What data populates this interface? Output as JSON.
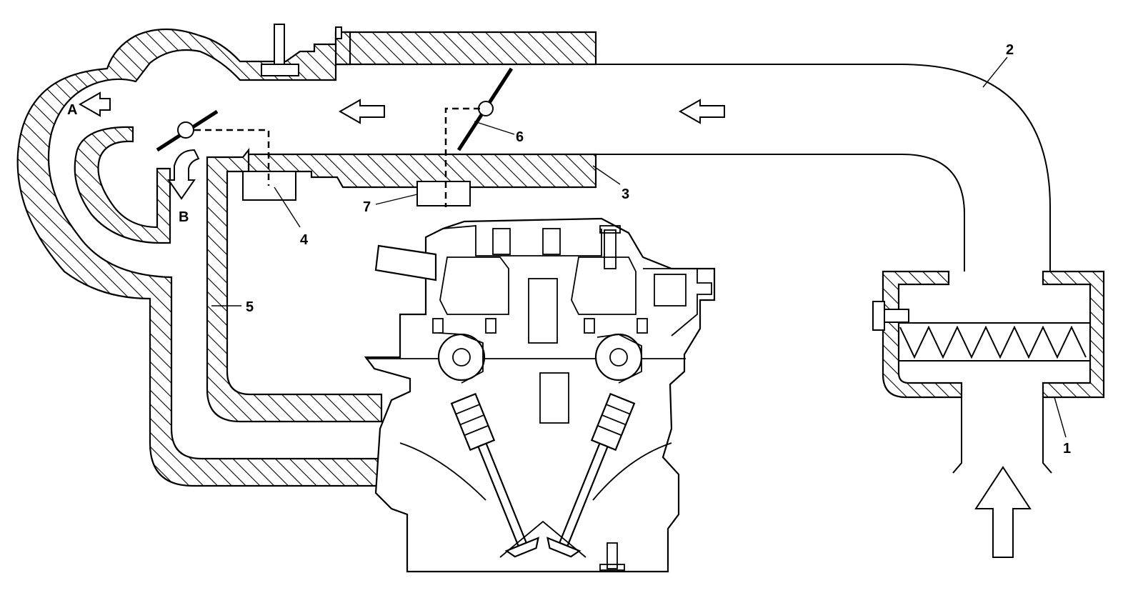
{
  "diagram": {
    "callouts": {
      "flow_a": "A",
      "flow_b": "B",
      "c1": "1",
      "c2": "2",
      "c3": "3",
      "c4": "4",
      "c5": "5",
      "c6": "6",
      "c7": "7"
    }
  }
}
